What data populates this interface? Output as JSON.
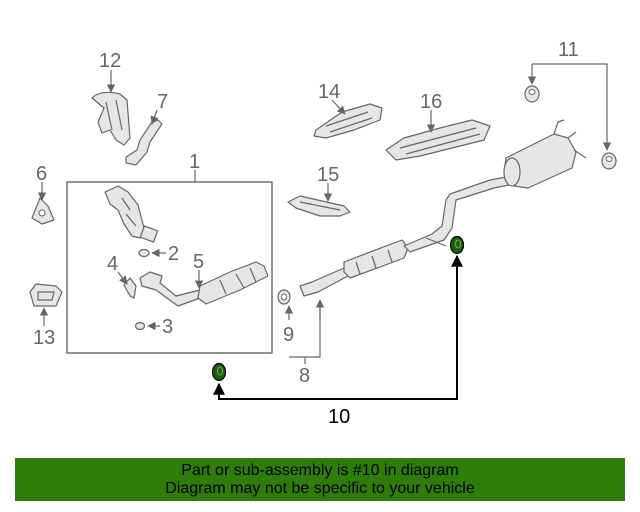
{
  "labels": {
    "p1": "1",
    "p2": "2",
    "p3": "3",
    "p4": "4",
    "p5": "5",
    "p6": "6",
    "p7": "7",
    "p8": "8",
    "p9": "9",
    "p10": "10",
    "p11": "11",
    "p12": "12",
    "p13": "13",
    "p14": "14",
    "p15": "15",
    "p16": "16"
  },
  "colors": {
    "highlight": "#1e5c14",
    "banner": "#2e7d0a",
    "leader_gray": "#666666",
    "part_fill": "#e6e6e6"
  },
  "footer": {
    "line1": "Part or sub-assembly is #10 in diagram",
    "line2": "Diagram may not be specific to your vehicle"
  }
}
